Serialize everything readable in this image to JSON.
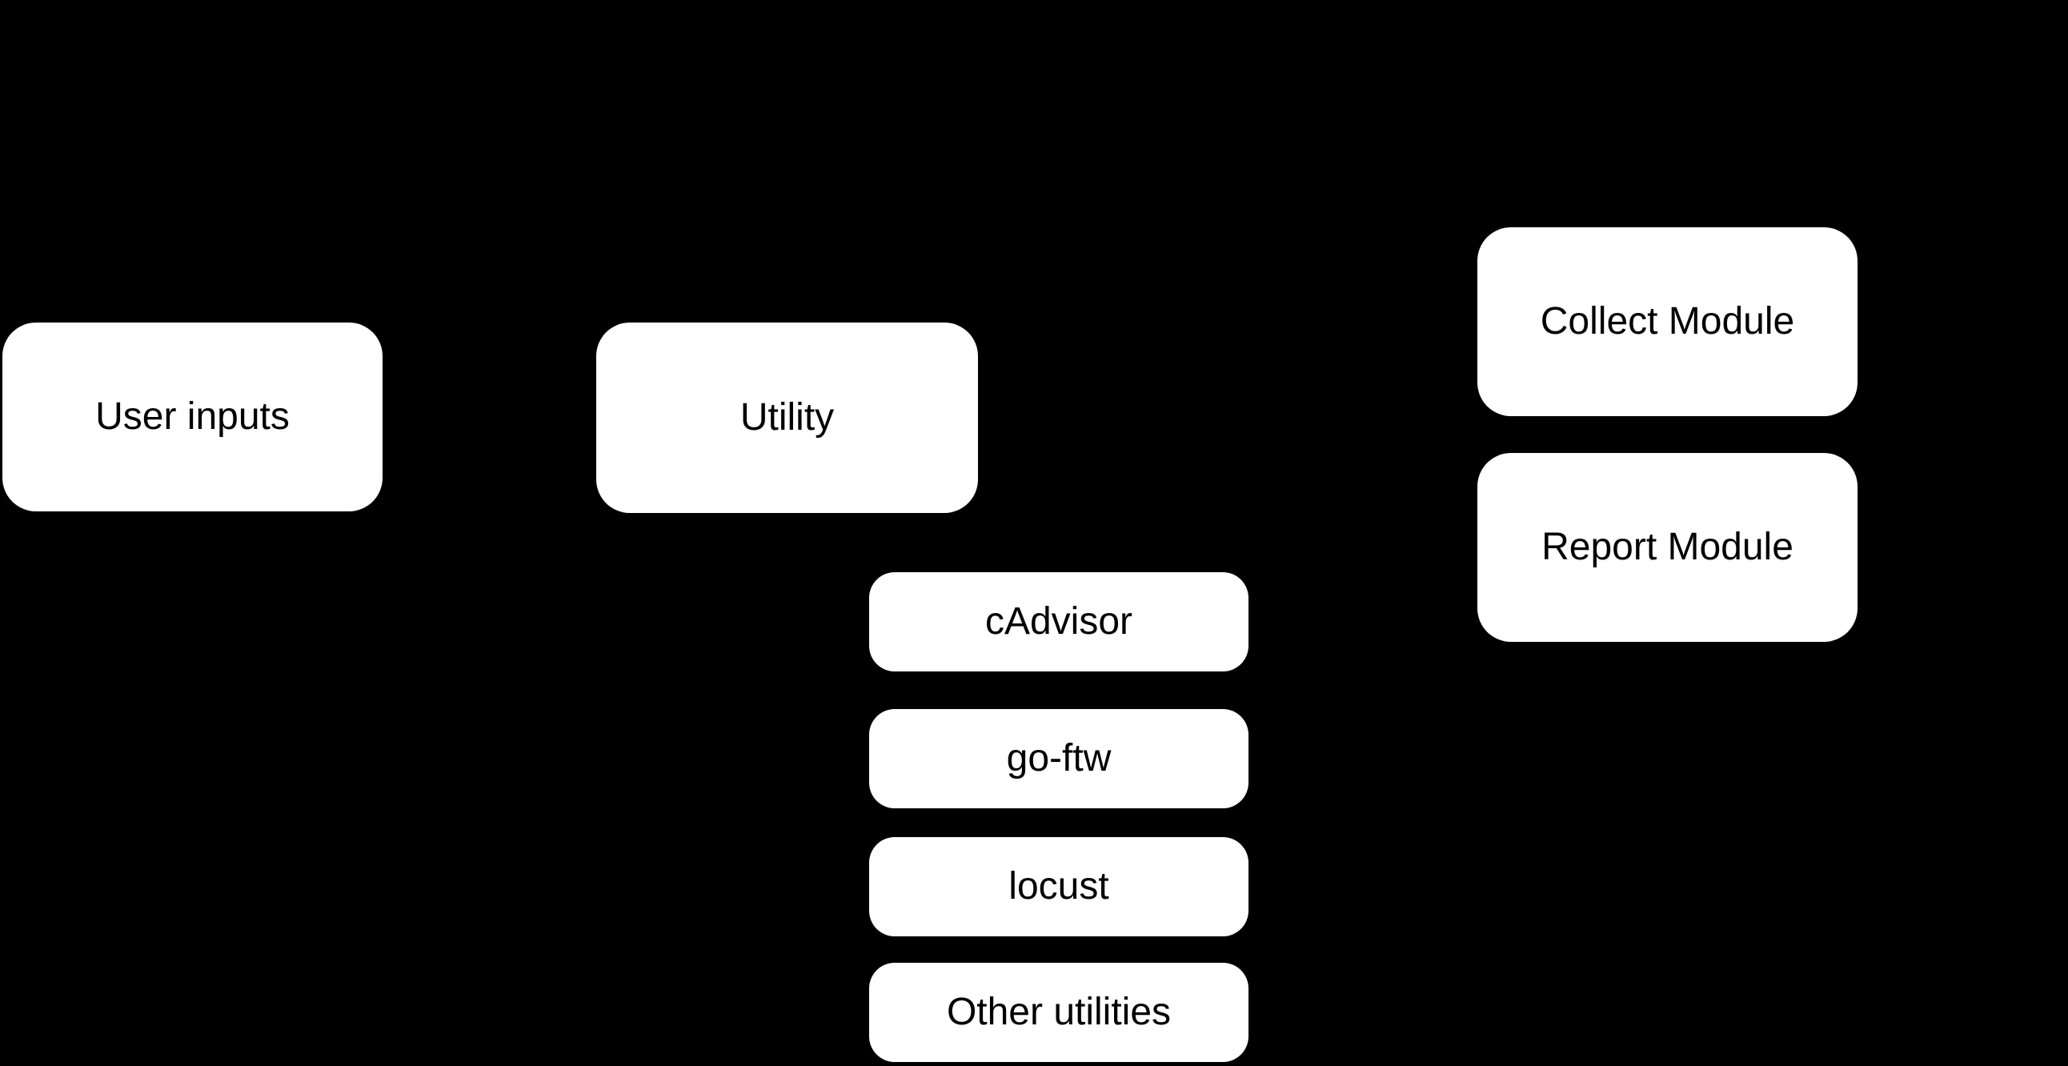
{
  "diagram": {
    "type": "flowchart",
    "background_color": "#000000",
    "node_fill_color": "#ffffff",
    "node_text_color": "#000000",
    "nodes": [
      {
        "id": "user-inputs",
        "label": "User inputs"
      },
      {
        "id": "utility",
        "label": "Utility"
      },
      {
        "id": "collect-module",
        "label": "Collect Module"
      },
      {
        "id": "report-module",
        "label": "Report Module"
      },
      {
        "id": "cadvisor",
        "label": "cAdvisor"
      },
      {
        "id": "go-ftw",
        "label": "go-ftw"
      },
      {
        "id": "locust",
        "label": "locust"
      },
      {
        "id": "other-utilities",
        "label": "Other utilities"
      }
    ]
  }
}
